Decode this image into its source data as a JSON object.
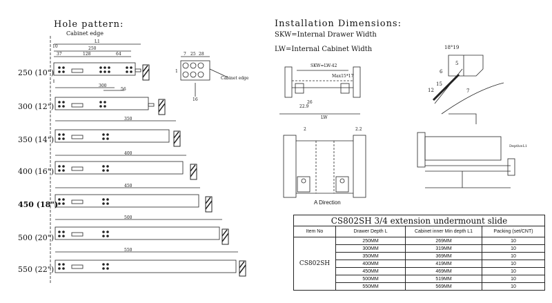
{
  "hole_pattern": {
    "title": "Hole pattern:",
    "cabinet_edge": "Cabinet edge",
    "sizes": [
      "250 (10\")",
      "300 (12\")",
      "350 (14\")",
      "400 (16\")",
      "450 (18\")",
      "500 (20\")",
      "550 (22\")"
    ],
    "dims_top": {
      "l1": "L1",
      "d1": "37",
      "d2": "128",
      "d3": "250",
      "d4": "64",
      "d5": "10"
    },
    "drawer_lengths": [
      "300",
      "350",
      "400",
      "450",
      "500",
      "550"
    ],
    "dim_56": "56",
    "detail_labels": {
      "cabinet_edge": "Cabinet edge",
      "d1": "7",
      "d2": "25",
      "d3": "28",
      "d4": "1",
      "d5": "16"
    }
  },
  "installation": {
    "title": "Installation Dimensions:",
    "skw": "SKW=Internal Drawer Width",
    "lw": "LW=Internal Cabinet Width",
    "front_labels": {
      "skw": "SKW=LW-42",
      "max": "Max15*17",
      "lw": "LW",
      "d1": "22.9",
      "d2": "26"
    },
    "angle_labels": {
      "angle": "18°19",
      "d12": "12",
      "d15": "15",
      "d7": "7",
      "d6": "6",
      "d5": "5"
    },
    "section_labels": {
      "a_direction": "A Direction",
      "d1": "2",
      "d2": "2.2"
    },
    "side_labels": {
      "depth": "Depth≥L1"
    }
  },
  "spec_table": {
    "title": "CS802SH 3/4 extension undermount slide",
    "headers": [
      "Item No",
      "Drawer Depth  L",
      "Cabinet inner Min depth L1",
      "Packing (set/CNT)"
    ],
    "item_no": "CS802SH",
    "rows": [
      {
        "depth": "250MM",
        "min": "269MM",
        "pack": "10"
      },
      {
        "depth": "300MM",
        "min": "319MM",
        "pack": "10"
      },
      {
        "depth": "350MM",
        "min": "369MM",
        "pack": "10"
      },
      {
        "depth": "400MM",
        "min": "419MM",
        "pack": "10"
      },
      {
        "depth": "450MM",
        "min": "469MM",
        "pack": "10"
      },
      {
        "depth": "500MM",
        "min": "519MM",
        "pack": "10"
      },
      {
        "depth": "550MM",
        "min": "569MM",
        "pack": "10"
      }
    ]
  }
}
